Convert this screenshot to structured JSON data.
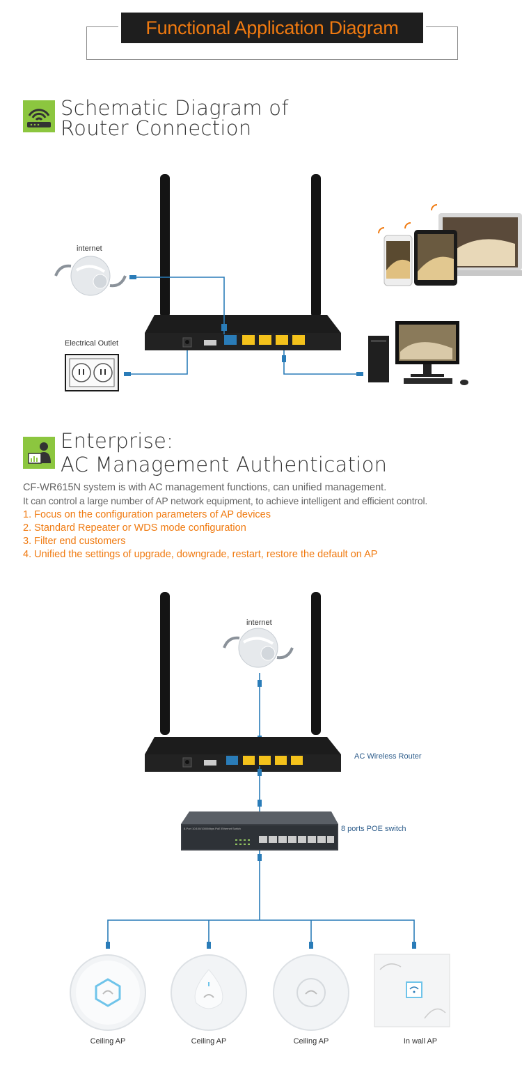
{
  "header": {
    "title": "Functional Application Diagram"
  },
  "section1": {
    "title_line1": "Schematic Diagram of",
    "title_line2": "Router Connection",
    "icon": "router-wifi-icon",
    "labels": {
      "internet": "internet",
      "outlet": "Electrical Outlet"
    }
  },
  "section2": {
    "title_line1": "Enterprise:",
    "title_line2": "AC Management Authentication",
    "icon": "admin-user-icon",
    "desc": [
      "CF-WR615N system is with AC management functions, can unified management.",
      "It can control a large number of AP network equipment, to achieve intelligent and efficient control."
    ],
    "features": [
      "1. Focus on the configuration parameters of AP devices",
      "2. Standard Repeater or WDS mode configuration",
      "3. Filter end customers",
      "4. Unified the settings of upgrade, downgrade, restart, restore the default on AP"
    ],
    "labels": {
      "internet": "internet",
      "router": "AC Wireless Router",
      "switch": "8 ports POE switch",
      "switch_print": "8-Port 10/100/1000Mbps PoE Ethernet Switch"
    },
    "aps": [
      "Ceiling AP",
      "Ceiling AP",
      "Ceiling AP",
      "In wall AP"
    ]
  },
  "colors": {
    "accent": "#f07a10",
    "icon_green": "#8cc63f",
    "cable_blue": "#2a7cb8",
    "port_yellow": "#f4c21b"
  }
}
